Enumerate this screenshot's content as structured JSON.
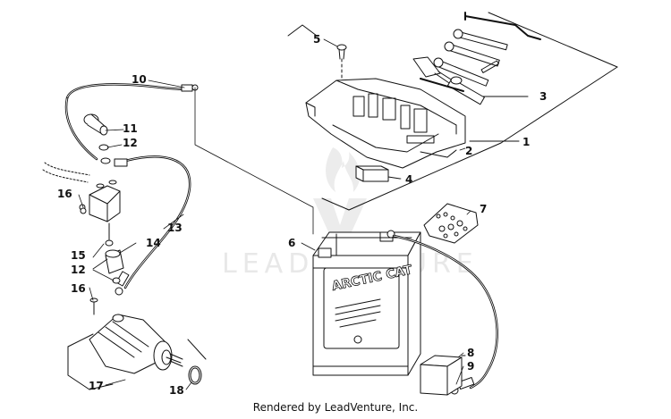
{
  "watermark": "LEADVENTURE",
  "footer": "Rendered by LeadVenture, Inc.",
  "battery_brand": "ARCTIC CAT",
  "callouts": {
    "c1": "1",
    "c2": "2",
    "c3": "3",
    "c4": "4",
    "c5": "5",
    "c6": "6",
    "c7": "7",
    "c8": "8",
    "c9": "9",
    "c10": "10",
    "c11": "11",
    "c12a": "12",
    "c12b": "12",
    "c13": "13",
    "c14": "14",
    "c15": "15",
    "c16a": "16",
    "c16b": "16",
    "c17": "17",
    "c18": "18"
  },
  "icons": {
    "watermark_logo": "leadventure-flame-logo"
  }
}
